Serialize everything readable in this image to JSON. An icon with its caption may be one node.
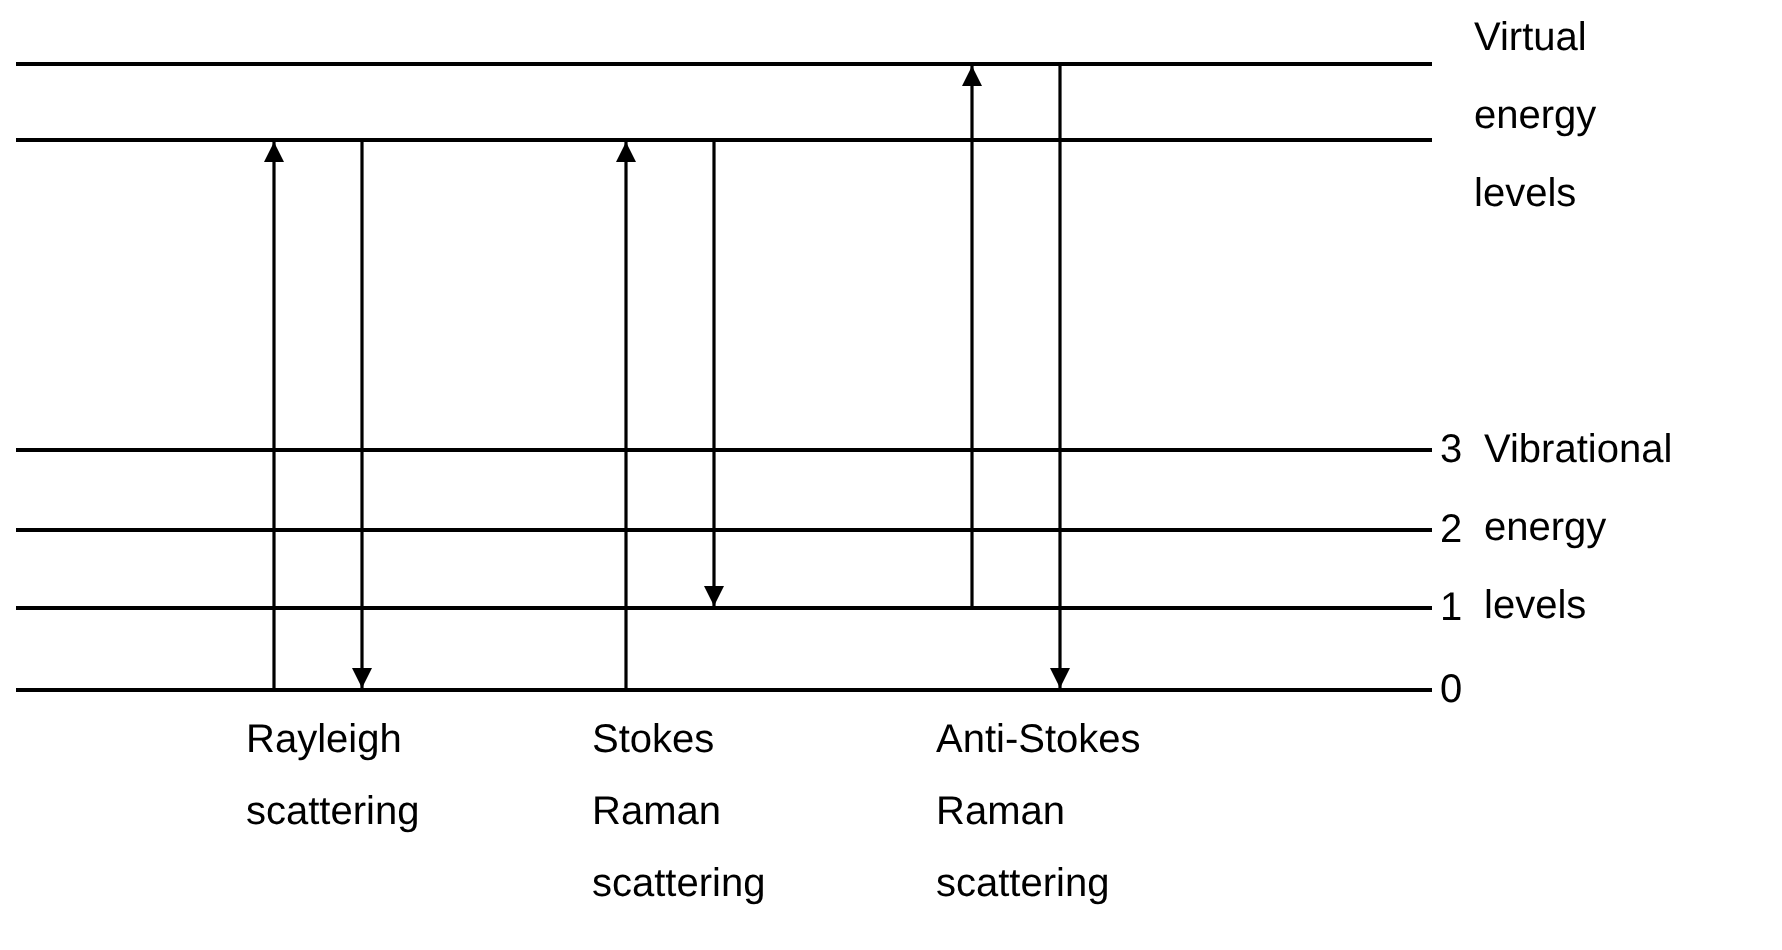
{
  "diagram": {
    "nodes": [
      {
        "text": [],
        "shape": "line"
      },
      {
        "text": [],
        "shape": "line"
      },
      {
        "text": [],
        "shape": "line",
        "beside": [
          "3"
        ]
      },
      {
        "text": [],
        "shape": "line",
        "beside": [
          "2"
        ]
      },
      {
        "text": [],
        "shape": "line",
        "beside": [
          "1"
        ]
      },
      {
        "text": [],
        "shape": "line",
        "beside": [
          "0"
        ]
      }
    ],
    "edges": [
      {
        "from": 5,
        "to": 1,
        "arrow": "to"
      },
      {
        "from": 1,
        "to": 5,
        "arrow": "to"
      },
      {
        "from": 5,
        "to": 1,
        "arrow": "to"
      },
      {
        "from": 1,
        "to": 4,
        "arrow": "to"
      },
      {
        "from": 4,
        "to": 0,
        "arrow": "to"
      },
      {
        "from": 0,
        "to": 5,
        "arrow": "to"
      }
    ],
    "labels": [
      "Virtual energy levels",
      "Vibrational energy levels",
      "Rayleigh scattering",
      "Stokes Raman scattering",
      "Anti-Stokes Raman scattering"
    ]
  }
}
